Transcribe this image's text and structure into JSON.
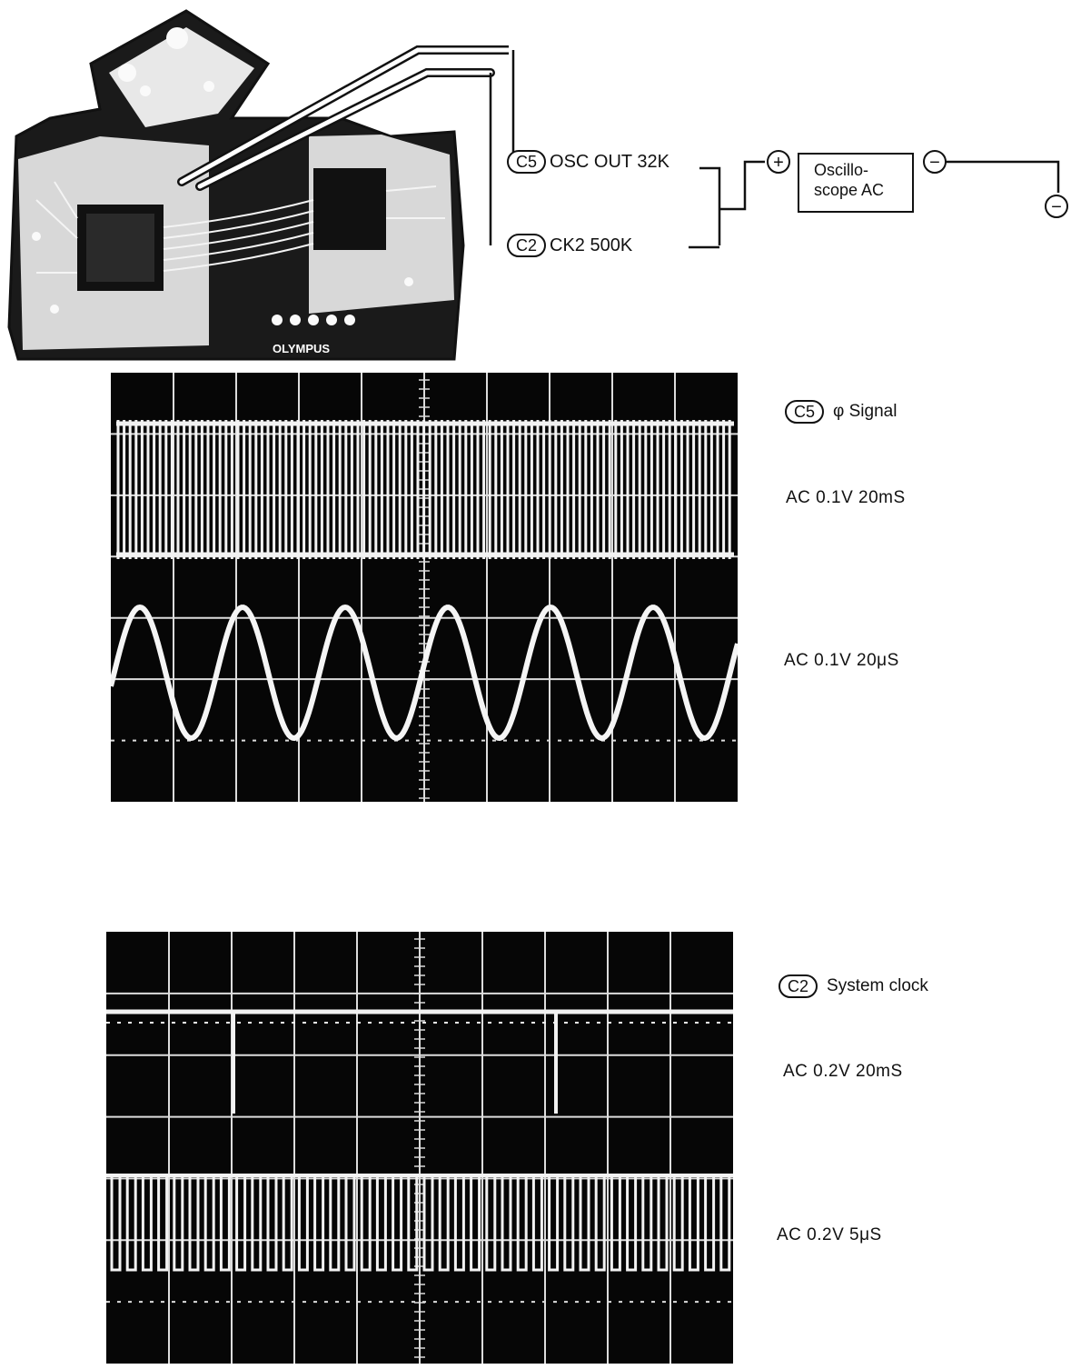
{
  "connections": {
    "c5": {
      "pin": "C5",
      "label": "OSC OUT 32K"
    },
    "c2": {
      "pin": "C2",
      "label": "CK2  500K"
    },
    "plus_symbol": "+",
    "minus_symbol": "−",
    "ground_symbol": "−",
    "oscilloscope": {
      "line1": "Oscillo-",
      "line2": "scope AC"
    }
  },
  "pcb_marking": "OLYMPUS",
  "scope1": {
    "pin": "C5",
    "title": "φ Signal",
    "top_setting": "AC  0.1V  20mS",
    "bottom_setting": "AC  0.1V  20μS"
  },
  "scope2": {
    "pin": "C2",
    "title": "System clock",
    "top_setting": "AC  0.2V  20mS",
    "bottom_setting": "AC  0.2V  5μS"
  }
}
